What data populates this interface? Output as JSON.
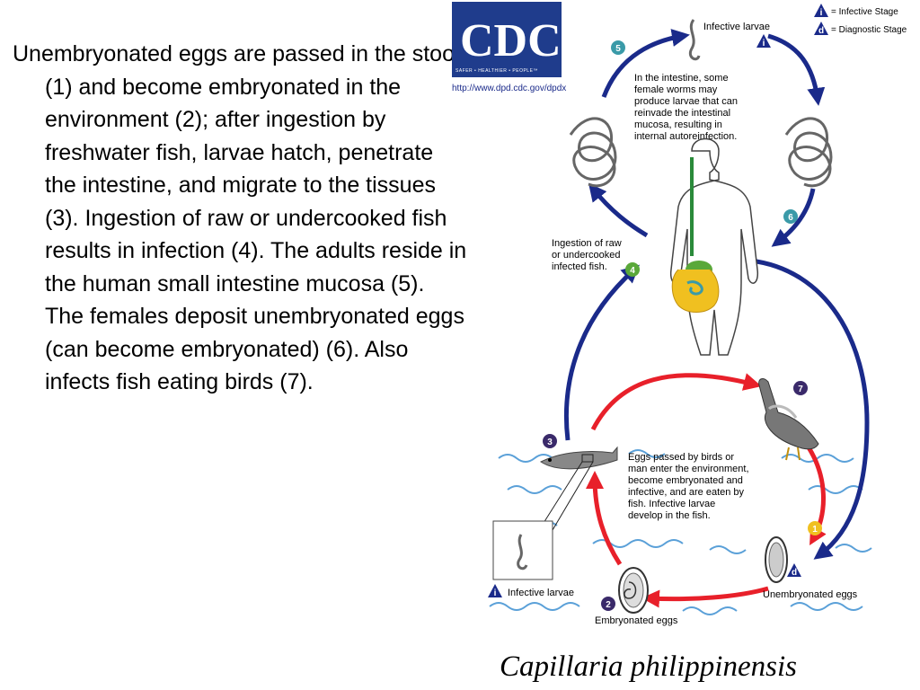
{
  "description": "Unembryonated eggs are passed in the stool (1) and become embryonated in the environment (2); after ingestion by freshwater fish, larvae hatch, penetrate the intestine, and migrate to the tissues (3).  Ingestion of raw or undercooked fish results in infection (4).  The adults reside in the human small intestine mucosa (5).  The females deposit unembryonated eggs (can become embryonated) (6).  Also infects fish eating birds (7).",
  "caption": "Capillaria philippinensis",
  "logo": {
    "name": "CDC",
    "tagline": "SAFER • HEALTHIER • PEOPLE™",
    "url": "http://www.dpd.cdc.gov/dpdx",
    "color": "#1f3c8c"
  },
  "legend": [
    {
      "symbol": "i",
      "text": "= Infective Stage"
    },
    {
      "symbol": "d",
      "text": "= Diagnostic Stage"
    }
  ],
  "labels": {
    "infective_larvae_top": "Infective larvae",
    "intestine_note": [
      "In the intestine, some",
      "female worms may",
      "produce larvae that can",
      "reinvade the intestinal",
      "mucosa, resulting in",
      "internal autoreinfection."
    ],
    "ingestion_note": [
      "Ingestion of raw",
      "or undercooked",
      "infected fish."
    ],
    "eggs_note": [
      "Eggs passed by birds or",
      "man enter the environment,",
      "become embryonated and",
      "infective, and are eaten by",
      "fish.  Infective larvae",
      "develop in the fish."
    ],
    "infective_larvae_bottom": "Infective larvae",
    "embryonated_eggs": "Embryonated eggs",
    "unembryonated_eggs": "Unembryonated eggs"
  },
  "steps": [
    "1",
    "2",
    "3",
    "4",
    "5",
    "6",
    "7"
  ],
  "stage_marks": {
    "infective": "i",
    "diagnostic": "d"
  },
  "colors": {
    "human_cycle_arrow": "#1a2a8a",
    "environment_arrow": "#e8202a",
    "water": "#5aa0d8",
    "step_purple": "#3a2a6a",
    "step_teal": "#3a9aa8",
    "step_green": "#5aa83a",
    "step_yellow": "#f0c020"
  }
}
